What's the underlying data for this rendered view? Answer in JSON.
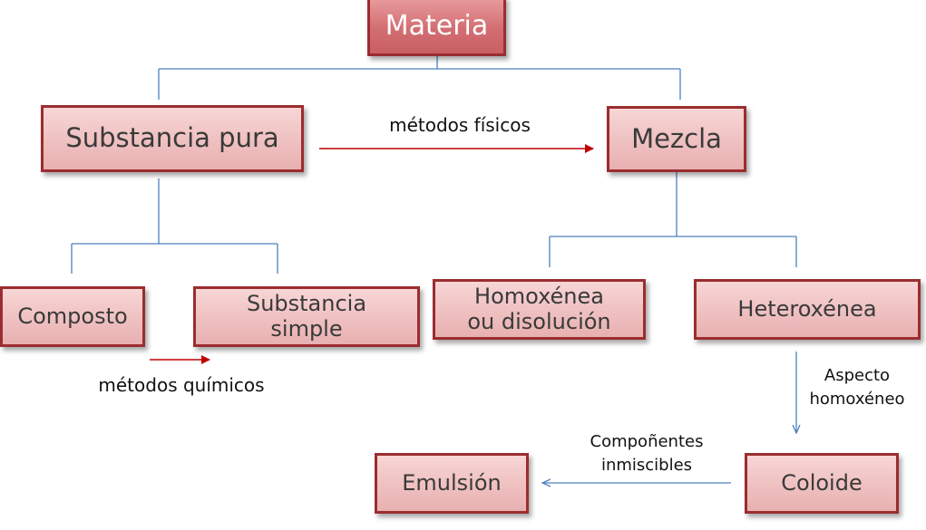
{
  "nodes": {
    "materia": "Materia",
    "substancia_pura": "Substancia pura",
    "mezcla": "Mezcla",
    "composto": "Composto",
    "substancia_simple_l1": "Substancia",
    "substancia_simple_l2": "simple",
    "homoxenea_l1": "Homoxénea",
    "homoxenea_l2": "ou disolución",
    "heteroxenea": "Heteroxénea",
    "emulsion": "Emulsión",
    "coloide": "Coloide"
  },
  "edge_labels": {
    "metodos_fisicos": "métodos físicos",
    "metodos_quimicos": "métodos químicos",
    "aspecto_l1": "Aspecto",
    "aspecto_l2": "homoxéneo",
    "componentes_l1": "Compoñentes",
    "componentes_l2": "inmiscibles"
  },
  "colors": {
    "box_border": "#9b2d30",
    "box_fill": "#efc0c0",
    "top_fill": "#d26e72",
    "tree_line": "#4f81bd",
    "red_arrow": "#c00000"
  }
}
